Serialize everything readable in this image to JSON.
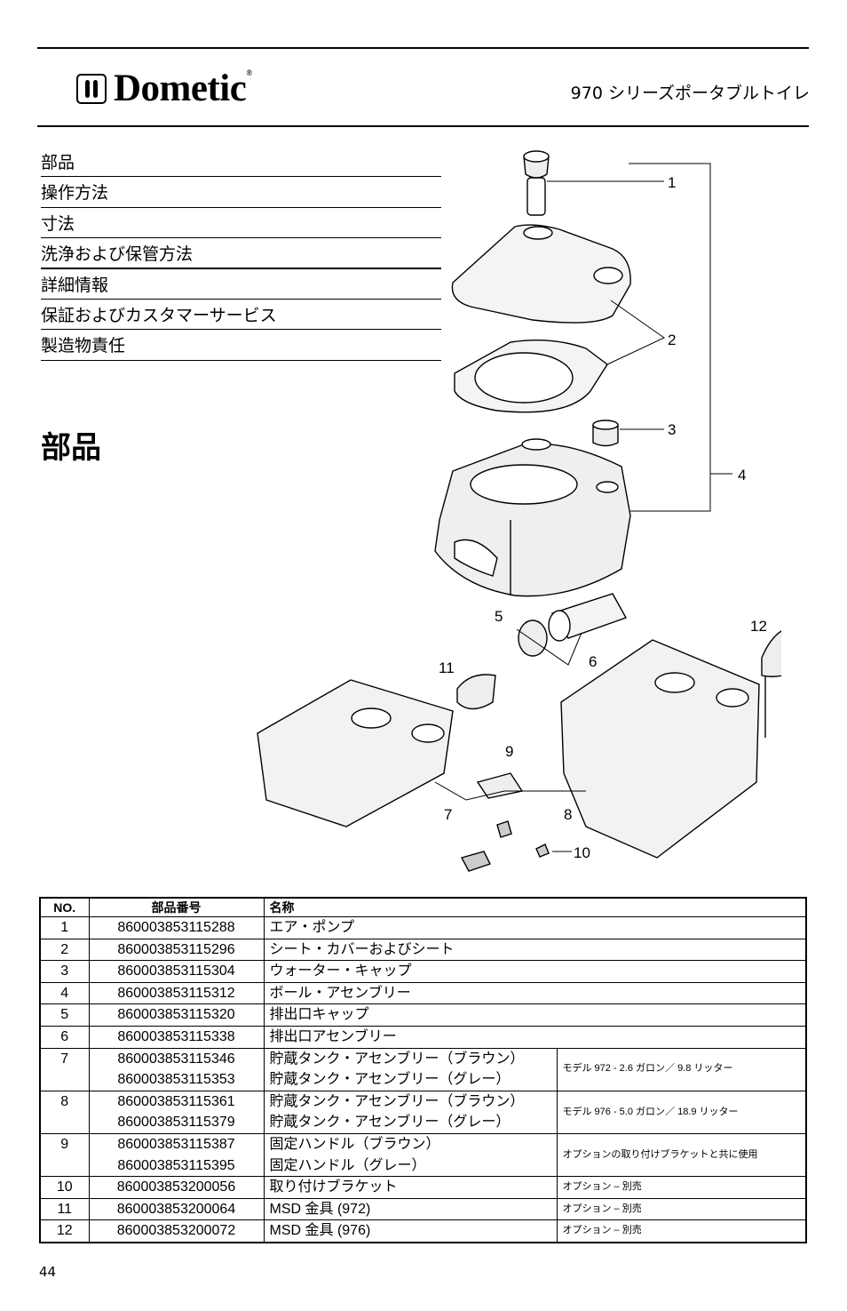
{
  "header": {
    "brand": "Dometic",
    "series_title": "970 シリーズポータブルトイレ"
  },
  "toc": [
    "部品",
    "操作方法",
    "寸法",
    "洗浄および保管方法",
    "詳細情報",
    "保証およびカスタマーサービス",
    "製造物責任"
  ],
  "section_title": "部品",
  "diagram_labels": [
    "1",
    "2",
    "3",
    "4",
    "5",
    "6",
    "7",
    "8",
    "9",
    "10",
    "11",
    "12"
  ],
  "table": {
    "headers": [
      "NO.",
      "部品番号",
      "名称"
    ],
    "rows": [
      {
        "no": "1",
        "parts": [
          "860003853115288"
        ],
        "names": [
          "エア・ポンプ"
        ],
        "note": ""
      },
      {
        "no": "2",
        "parts": [
          "860003853115296"
        ],
        "names": [
          "シート・カバーおよびシート"
        ],
        "note": ""
      },
      {
        "no": "3",
        "parts": [
          "860003853115304"
        ],
        "names": [
          "ウォーター・キャップ"
        ],
        "note": ""
      },
      {
        "no": "4",
        "parts": [
          "860003853115312"
        ],
        "names": [
          "ボール・アセンブリー"
        ],
        "note": ""
      },
      {
        "no": "5",
        "parts": [
          "860003853115320"
        ],
        "names": [
          "排出口キャップ"
        ],
        "note": ""
      },
      {
        "no": "6",
        "parts": [
          "860003853115338"
        ],
        "names": [
          "排出口アセンブリー"
        ],
        "note": ""
      },
      {
        "no": "7",
        "parts": [
          "860003853115346",
          "860003853115353"
        ],
        "names": [
          "貯蔵タンク・アセンブリー（ブラウン）",
          "貯蔵タンク・アセンブリー（グレー）"
        ],
        "note": "モデル 972 - 2.6 ガロン／ 9.8 リッター"
      },
      {
        "no": "8",
        "parts": [
          "860003853115361",
          "860003853115379"
        ],
        "names": [
          "貯蔵タンク・アセンブリー（ブラウン）",
          "貯蔵タンク・アセンブリー（グレー）"
        ],
        "note": "モデル 976 - 5.0 ガロン／ 18.9 リッター"
      },
      {
        "no": "9",
        "parts": [
          "860003853115387",
          "860003853115395"
        ],
        "names": [
          "固定ハンドル（ブラウン）",
          "固定ハンドル（グレー）"
        ],
        "note": "オプションの取り付けブラケットと共に使用"
      },
      {
        "no": "10",
        "parts": [
          "860003853200056"
        ],
        "names": [
          "取り付けブラケット"
        ],
        "note": "オプション – 別売"
      },
      {
        "no": "11",
        "parts": [
          "860003853200064"
        ],
        "names": [
          "MSD 金具 (972)"
        ],
        "note": "オプション – 別売"
      },
      {
        "no": "12",
        "parts": [
          "860003853200072"
        ],
        "names": [
          "MSD 金具 (976)"
        ],
        "note": "オプション – 別売"
      }
    ]
  },
  "page_number": "44"
}
